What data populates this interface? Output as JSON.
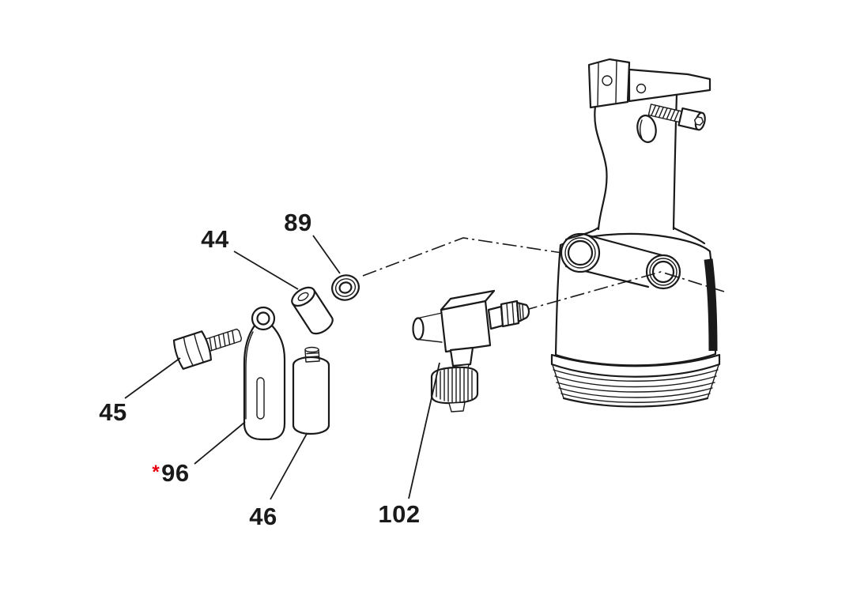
{
  "diagram": {
    "type": "exploded-parts-diagram",
    "colors": {
      "line": "#1a1a1a",
      "asterisk": "#e8000d",
      "background": "#ffffff"
    },
    "labels": [
      {
        "part": "44",
        "text": "44"
      },
      {
        "part": "89",
        "text": "89"
      },
      {
        "part": "45",
        "text": "45"
      },
      {
        "part": "96",
        "text": "96",
        "prefix": "*"
      },
      {
        "part": "46",
        "text": "46"
      },
      {
        "part": "102",
        "text": "102"
      }
    ]
  }
}
